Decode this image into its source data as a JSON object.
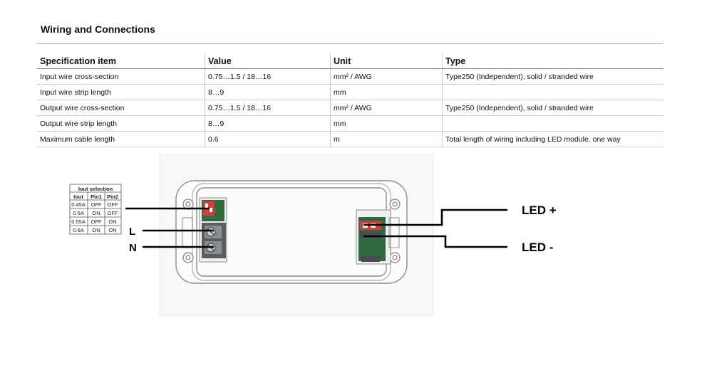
{
  "section_title": "Wiring and Connections",
  "table": {
    "headers": [
      "Specification item",
      "Value",
      "Unit",
      "Type"
    ],
    "rows": [
      [
        "Input wire cross-section",
        "0.75…1.5 / 18…16",
        "mm² / AWG",
        "Type250 (Independent), solid / stranded wire"
      ],
      [
        "Input wire strip length",
        "8…9",
        "mm",
        ""
      ],
      [
        "Output wire cross-section",
        "0.75…1.5 / 18…16",
        "mm² / AWG",
        "Type250 (Independent), solid / stranded wire"
      ],
      [
        "Output wire strip length",
        "8…9",
        "mm",
        ""
      ],
      [
        "Maximum cable length",
        "0.6",
        "m",
        "Total length of wiring including LED module, one way"
      ]
    ]
  },
  "diagram": {
    "iout_table": {
      "title": "Iout selection",
      "headers": [
        "Iout",
        "Pin1",
        "Pin2"
      ],
      "rows": [
        [
          "0.45A",
          "OFF",
          "OFF"
        ],
        [
          "0.5A",
          "ON",
          "OFF"
        ],
        [
          "0.55A",
          "OFF",
          "ON"
        ],
        [
          "0.6A",
          "ON",
          "ON"
        ]
      ]
    },
    "labels": {
      "live": "L",
      "neutral": "N",
      "led_plus": "LED +",
      "led_minus": "LED -"
    }
  }
}
